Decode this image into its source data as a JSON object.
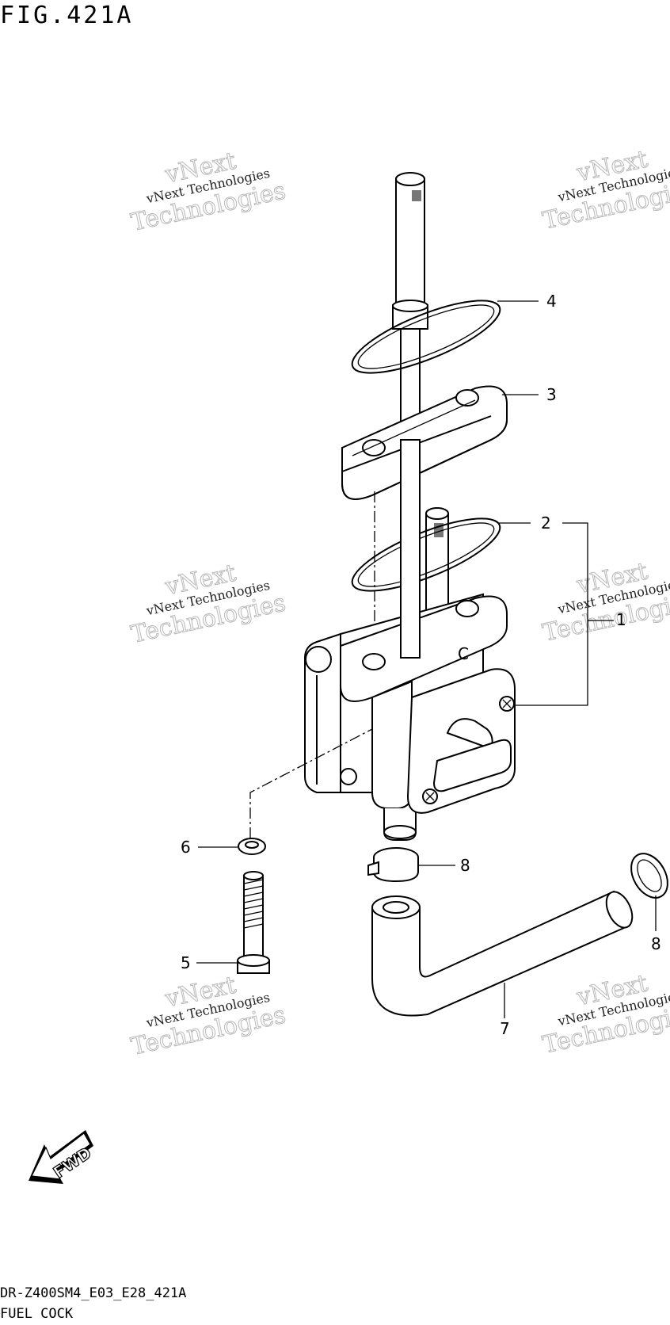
{
  "figure": {
    "title": "FIG.421A",
    "model_code": "DR-Z400SM4_E03_E28_421A",
    "section_name": "FUEL COCK"
  },
  "watermark": {
    "line1": "vNext Technologies",
    "line2": "vNext",
    "line3": "Technologies"
  },
  "callouts": [
    "1",
    "2",
    "3",
    "4",
    "5",
    "6",
    "7",
    "8",
    "8"
  ],
  "direction_badge": {
    "label": "FWD",
    "icon": "fwd-arrow-icon"
  }
}
